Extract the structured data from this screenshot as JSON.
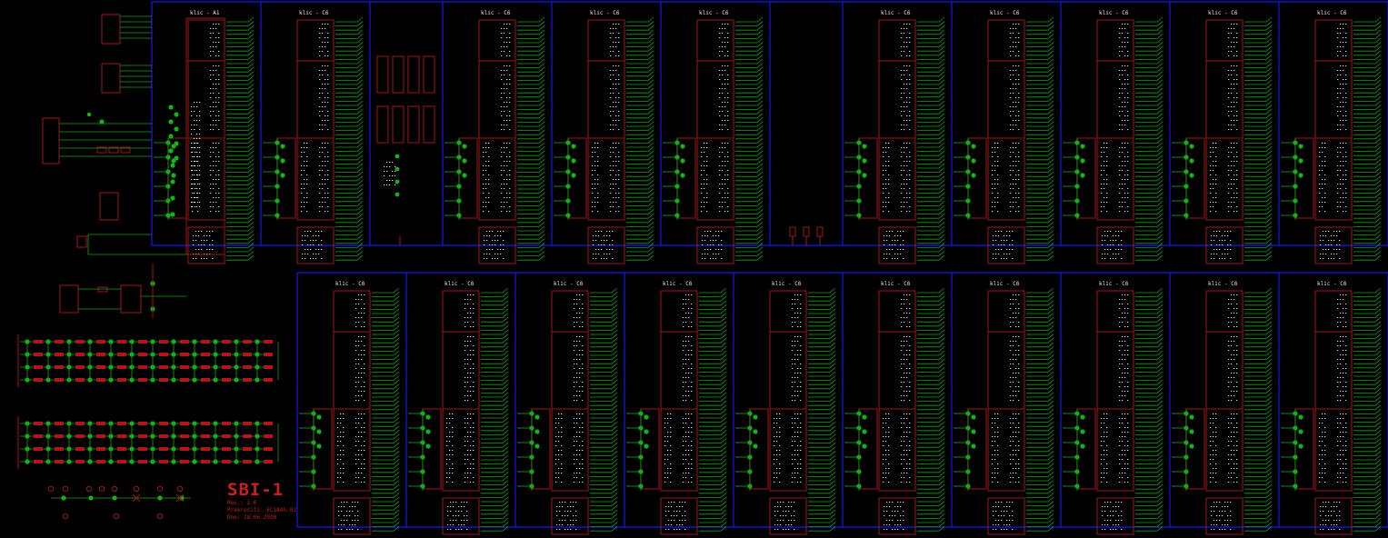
{
  "colors": {
    "background": "#000000",
    "bus": "#1414c8",
    "part": "#a01818",
    "wire": "#18a018",
    "junction": "#14b414",
    "text": "#e8e8e8",
    "title": "#c8201d"
  },
  "title_block": {
    "title": "SBI-1",
    "rev": "Rev.: 1.0",
    "note": "Prekresili: EC1845.01",
    "date": "Dne: 28.06.2020"
  },
  "sheet": {
    "top_row_labels": [
      "klic - A1",
      "klic - C6",
      "",
      "klic - C6",
      "klic - C6",
      "klic - C6",
      "",
      "klic - C6",
      "klic - C6",
      "klic - C6",
      "klic - C6",
      "klic - C6"
    ],
    "bottom_row_labels": [
      "klic - C6",
      "klic - C6",
      "klic - C6",
      "klic - C6",
      "klic - C6",
      "klic - C6",
      "klic - C6",
      "klic - C6",
      "klic - C6",
      "klic - C6"
    ]
  }
}
